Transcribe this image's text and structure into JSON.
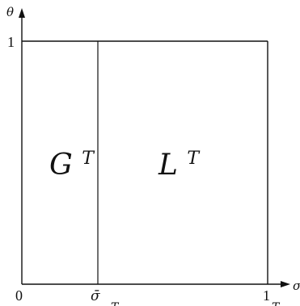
{
  "axes": {
    "y_label": "θ",
    "x_label": "σ",
    "origin_label": "0",
    "y_tick_label": "1",
    "x_tick_label": "1",
    "x_marker_label": "σ̄"
  },
  "regions": {
    "left": {
      "base": "G",
      "superscript": "T"
    },
    "right": {
      "base": "L",
      "superscript": "T"
    }
  },
  "partial_marks": {
    "below_marker": "T",
    "below_right": "T"
  }
}
